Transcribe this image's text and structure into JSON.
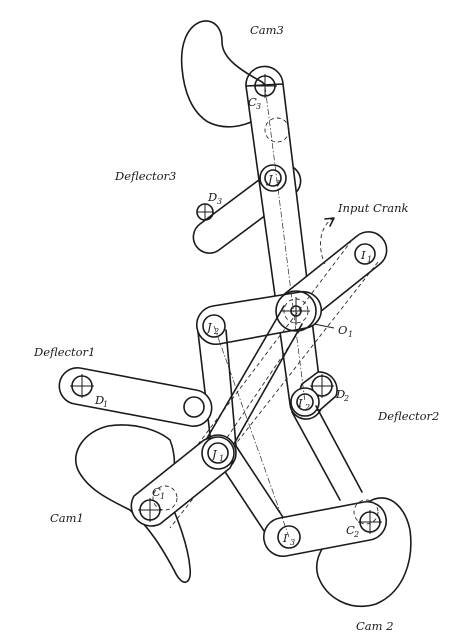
{
  "diagram": {
    "cams": [
      {
        "id": "cam3",
        "label": "Cam3",
        "pivot_label": "C",
        "pivot_sub": "3"
      },
      {
        "id": "cam1",
        "label": "Cam1",
        "pivot_label": "C",
        "pivot_sub": "1"
      },
      {
        "id": "cam2",
        "label": "Cam 2",
        "pivot_label": "C",
        "pivot_sub": "2"
      }
    ],
    "deflectors": [
      {
        "id": "deflector3",
        "label": "Deflector3",
        "pivot_label": "D",
        "pivot_sub": "3"
      },
      {
        "id": "deflector1",
        "label": "Deflector1",
        "pivot_label": "D",
        "pivot_sub": "1"
      },
      {
        "id": "deflector2",
        "label": "Deflector2",
        "pivot_label": "D",
        "pivot_sub": "2"
      }
    ],
    "joints": [
      {
        "id": "j1",
        "label": "J",
        "sub": "1"
      },
      {
        "id": "j2",
        "label": "J",
        "sub": "2"
      },
      {
        "id": "j3",
        "label": "J",
        "sub": "3"
      }
    ],
    "crank_joints": [
      {
        "id": "i1",
        "label": "I",
        "sub": "1"
      },
      {
        "id": "i2",
        "label": "I",
        "sub": "2"
      },
      {
        "id": "i3",
        "label": "I",
        "sub": "3"
      }
    ],
    "input_crank_label": "Input Crank",
    "center": {
      "label": "O",
      "sub": "1"
    }
  }
}
